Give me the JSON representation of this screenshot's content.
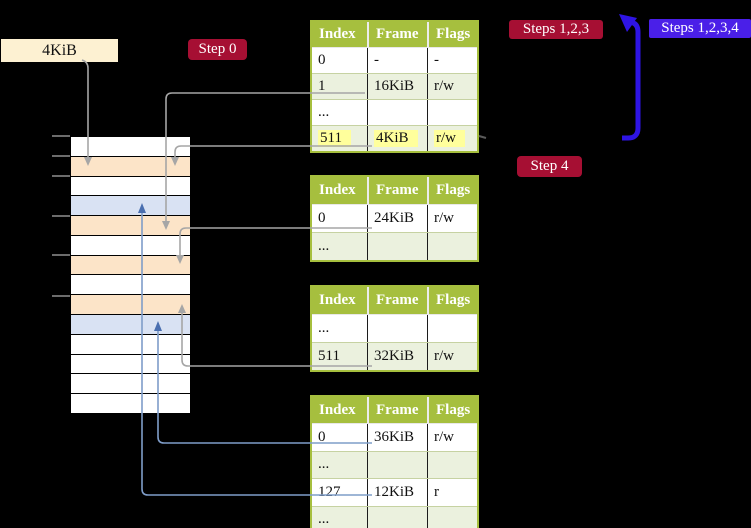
{
  "labels": {
    "frame_size": "4KiB",
    "step0": "Step 0",
    "steps123": "Steps 1,2,3",
    "steps1234": "Steps 1,2,3,4",
    "step4": "Step 4"
  },
  "memory_column": {
    "row_colors": [
      "white",
      "peach",
      "white",
      "blue",
      "peach",
      "white",
      "peach",
      "white",
      "peach",
      "blue",
      "white",
      "white",
      "white",
      "white"
    ]
  },
  "tables": [
    {
      "headers": [
        "Index",
        "Frame",
        "Flags"
      ],
      "rows": [
        {
          "cells": [
            "0",
            "-",
            "-"
          ]
        },
        {
          "cells": [
            "1",
            "16KiB",
            "r/w"
          ]
        },
        {
          "cells": [
            "...",
            "",
            ""
          ]
        },
        {
          "cells": [
            "511",
            "4KiB",
            "r/w"
          ],
          "highlighted": true
        }
      ]
    },
    {
      "headers": [
        "Index",
        "Frame",
        "Flags"
      ],
      "rows": [
        {
          "cells": [
            "0",
            "24KiB",
            "r/w"
          ]
        },
        {
          "cells": [
            "...",
            "",
            ""
          ]
        }
      ]
    },
    {
      "headers": [
        "Index",
        "Frame",
        "Flags"
      ],
      "rows": [
        {
          "cells": [
            "...",
            "",
            ""
          ]
        },
        {
          "cells": [
            "511",
            "32KiB",
            "r/w"
          ]
        }
      ]
    },
    {
      "headers": [
        "Index",
        "Frame",
        "Flags"
      ],
      "rows": [
        {
          "cells": [
            "0",
            "36KiB",
            "r/w"
          ]
        },
        {
          "cells": [
            "...",
            "",
            ""
          ]
        },
        {
          "cells": [
            "127",
            "12KiB",
            "r"
          ]
        },
        {
          "cells": [
            "...",
            "",
            ""
          ]
        }
      ]
    }
  ],
  "colors": {
    "header_green": "#a6bf3e",
    "row_alt_green": "#ebf1de",
    "highlight_yellow": "#ffff9c",
    "frame_white": "#ffffff",
    "frame_peach": "#fce4c8",
    "frame_blue": "#d9e2f3",
    "badge_red": "#a60f33",
    "badge_blue": "#4a1fe8",
    "arrow_blue": "#2e14e4",
    "connector_gray": "#a6a6a6",
    "connector_blue": "#7f9dc9",
    "connector_blue_dark": "#4a6fb0",
    "label_wheat": "#fdf1d2",
    "tick_gray": "#8f8f8f"
  }
}
